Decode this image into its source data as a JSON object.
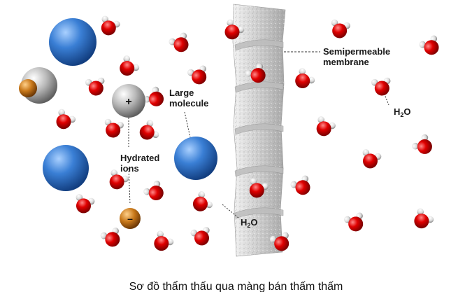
{
  "labels": {
    "membrane_line1": "Semipermeable",
    "membrane_line2": "membrane",
    "large_line1": "Large",
    "large_line2": "molecule",
    "hydrated_line1": "Hydrated",
    "hydrated_line2": "ions",
    "water_right_main": "H",
    "water_right_sub": "2",
    "water_right_tail": "O",
    "water_left_main": "H",
    "water_left_sub": "2",
    "water_left_tail": "O",
    "plus_sign": "+",
    "minus_sign": "–"
  },
  "caption": "Sơ đồ thẩm thấu qua màng bán thấm thấm",
  "colors": {
    "water_oxygen": "#e00000",
    "water_hydrogen": "#e8e8e8",
    "large_molecule": "#3a7fd5",
    "cation": "#b8b8b8",
    "anion": "#c8781a",
    "membrane": "#d8d8d8"
  }
}
